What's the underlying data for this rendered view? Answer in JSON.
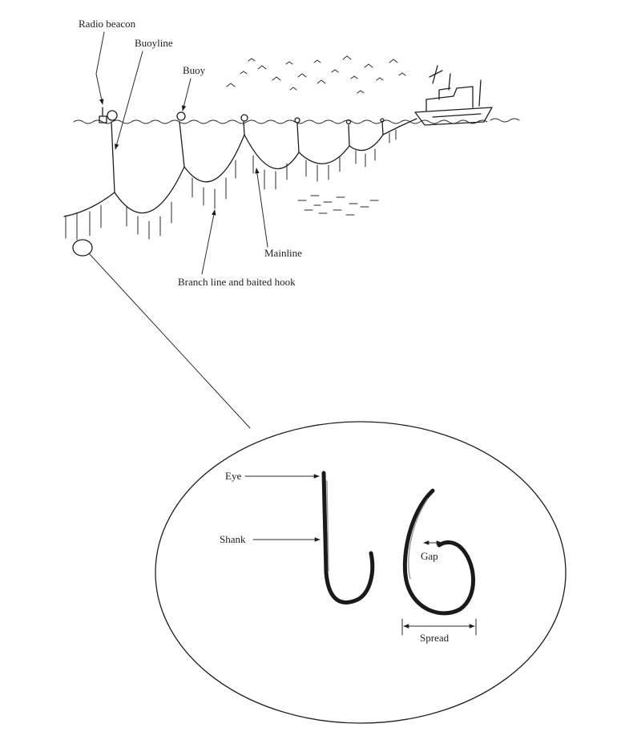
{
  "diagram": {
    "labels": {
      "radio_beacon": "Radio beacon",
      "buoyline": "Buoyline",
      "buoy": "Buoy",
      "mainline": "Mainline",
      "branch_line": "Branch line and baited hook",
      "eye": "Eye",
      "shank": "Shank",
      "gap": "Gap",
      "spread": "Spread"
    },
    "colors": {
      "ink": "#1e1e1e",
      "background": "#ffffff"
    }
  }
}
